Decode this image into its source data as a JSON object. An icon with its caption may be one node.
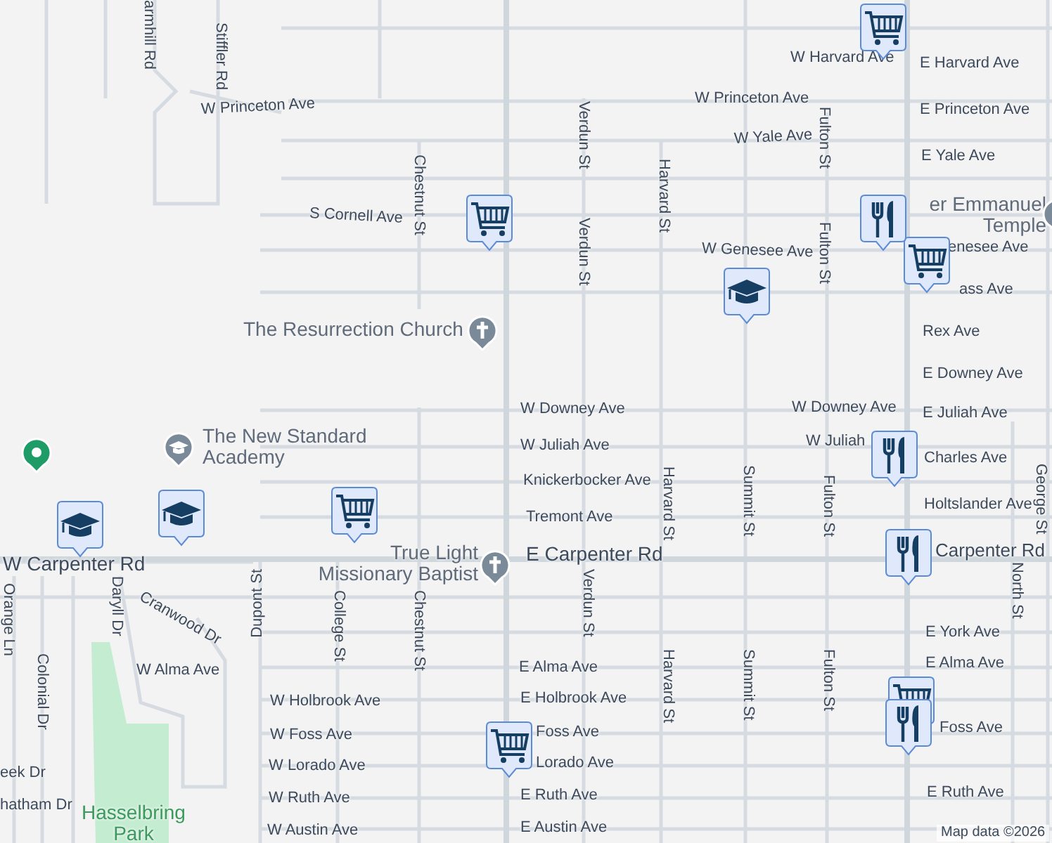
{
  "diagram": {
    "labels": [
      "armhill Rd",
      "Stiffler Rd",
      "W Harvard Ave",
      "E Harvard Ave",
      "W Princeton Ave",
      "Verdun St",
      "W Princeton Ave",
      "Fulton St",
      "E Princeton Ave",
      "Chestnut St",
      "Harvard St",
      "W Yale Ave",
      "E Yale Ave",
      "S Cornell Ave",
      "Verdun St",
      "Fulton St",
      "er Emmanuel Temple",
      "W Genesee Ave",
      "enesee Ave",
      "ass Ave",
      "The Resurrection Church",
      "Rex Ave",
      "E Downey Ave",
      "W Downey Ave",
      "W Downey Ave",
      "E Juliah Ave",
      "The New Standard Academy",
      "W Juliah Ave",
      "W Juliah",
      "Charles Ave",
      "Knickerbocker Ave",
      "Harvard St",
      "Summit St",
      "Fulton St",
      "George St",
      "Tremont Ave",
      "Holtslander Ave",
      "W Carpenter Rd",
      "True Light Missionary Baptist",
      "E Carpenter Rd",
      "Carpenter Rd",
      "Orange Ln",
      "Daryll Dr",
      "Cranwood Dr",
      "Dupont St",
      "College St",
      "Chestnut St",
      "Verdun St",
      "North St",
      "E York Ave",
      "Colonial Dr",
      "W Alma Ave",
      "E Alma Ave",
      "Harvard St",
      "Summit St",
      "Fulton St",
      "E Alma Ave",
      "W Holbrook Ave",
      "E Holbrook Ave",
      "W Foss Ave",
      "Foss Ave",
      "Foss Ave",
      "eek Dr",
      "W Lorado Ave",
      "Lorado Ave",
      "hatham Dr",
      "W Ruth Ave",
      "E Ruth Ave",
      "E Ruth Ave",
      "Hasselbring Park",
      "W Austin Ave",
      "E Austin Ave",
      "Map data ©2026"
    ]
  }
}
